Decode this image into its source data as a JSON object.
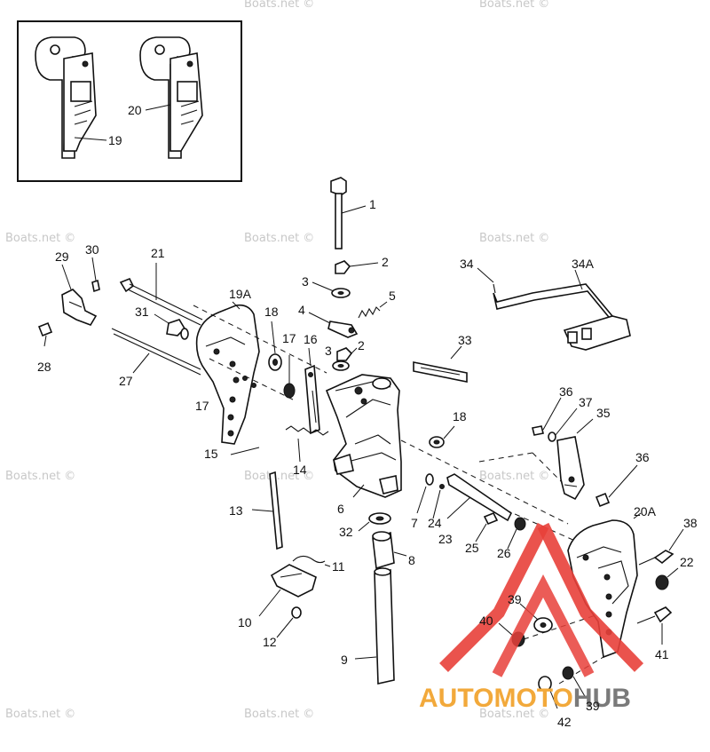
{
  "watermark_text": "Boats.net ©",
  "brand": {
    "part1": "AUTOMOTO",
    "part2": "HUB",
    "color1": "#f2a93b",
    "color2": "#7a7a7a",
    "triangle_color": "#e8403a"
  },
  "callouts": {
    "c1": "1",
    "c2a": "2",
    "c2b": "2",
    "c3a": "3",
    "c3b": "3",
    "c4": "4",
    "c5": "5",
    "c6": "6",
    "c7": "7",
    "c8": "8",
    "c9": "9",
    "c10": "10",
    "c11": "11",
    "c12": "12",
    "c13": "13",
    "c14": "14",
    "c15": "15",
    "c16": "16",
    "c17a": "17",
    "c17b": "17",
    "c18a": "18",
    "c18b": "18",
    "c19": "19",
    "c19a": "19A",
    "c20": "20",
    "c20a": "20A",
    "c21": "21",
    "c22": "22",
    "c23": "23",
    "c24": "24",
    "c25": "25",
    "c26": "26",
    "c27": "27",
    "c28": "28",
    "c29": "29",
    "c30": "30",
    "c31": "31",
    "c32": "32",
    "c33": "33",
    "c34": "34",
    "c34a": "34A",
    "c35": "35",
    "c36a": "36",
    "c36b": "36",
    "c37": "37",
    "c38": "38",
    "c39a": "39",
    "c39b": "39",
    "c40": "40",
    "c41": "41",
    "c42": "42"
  }
}
